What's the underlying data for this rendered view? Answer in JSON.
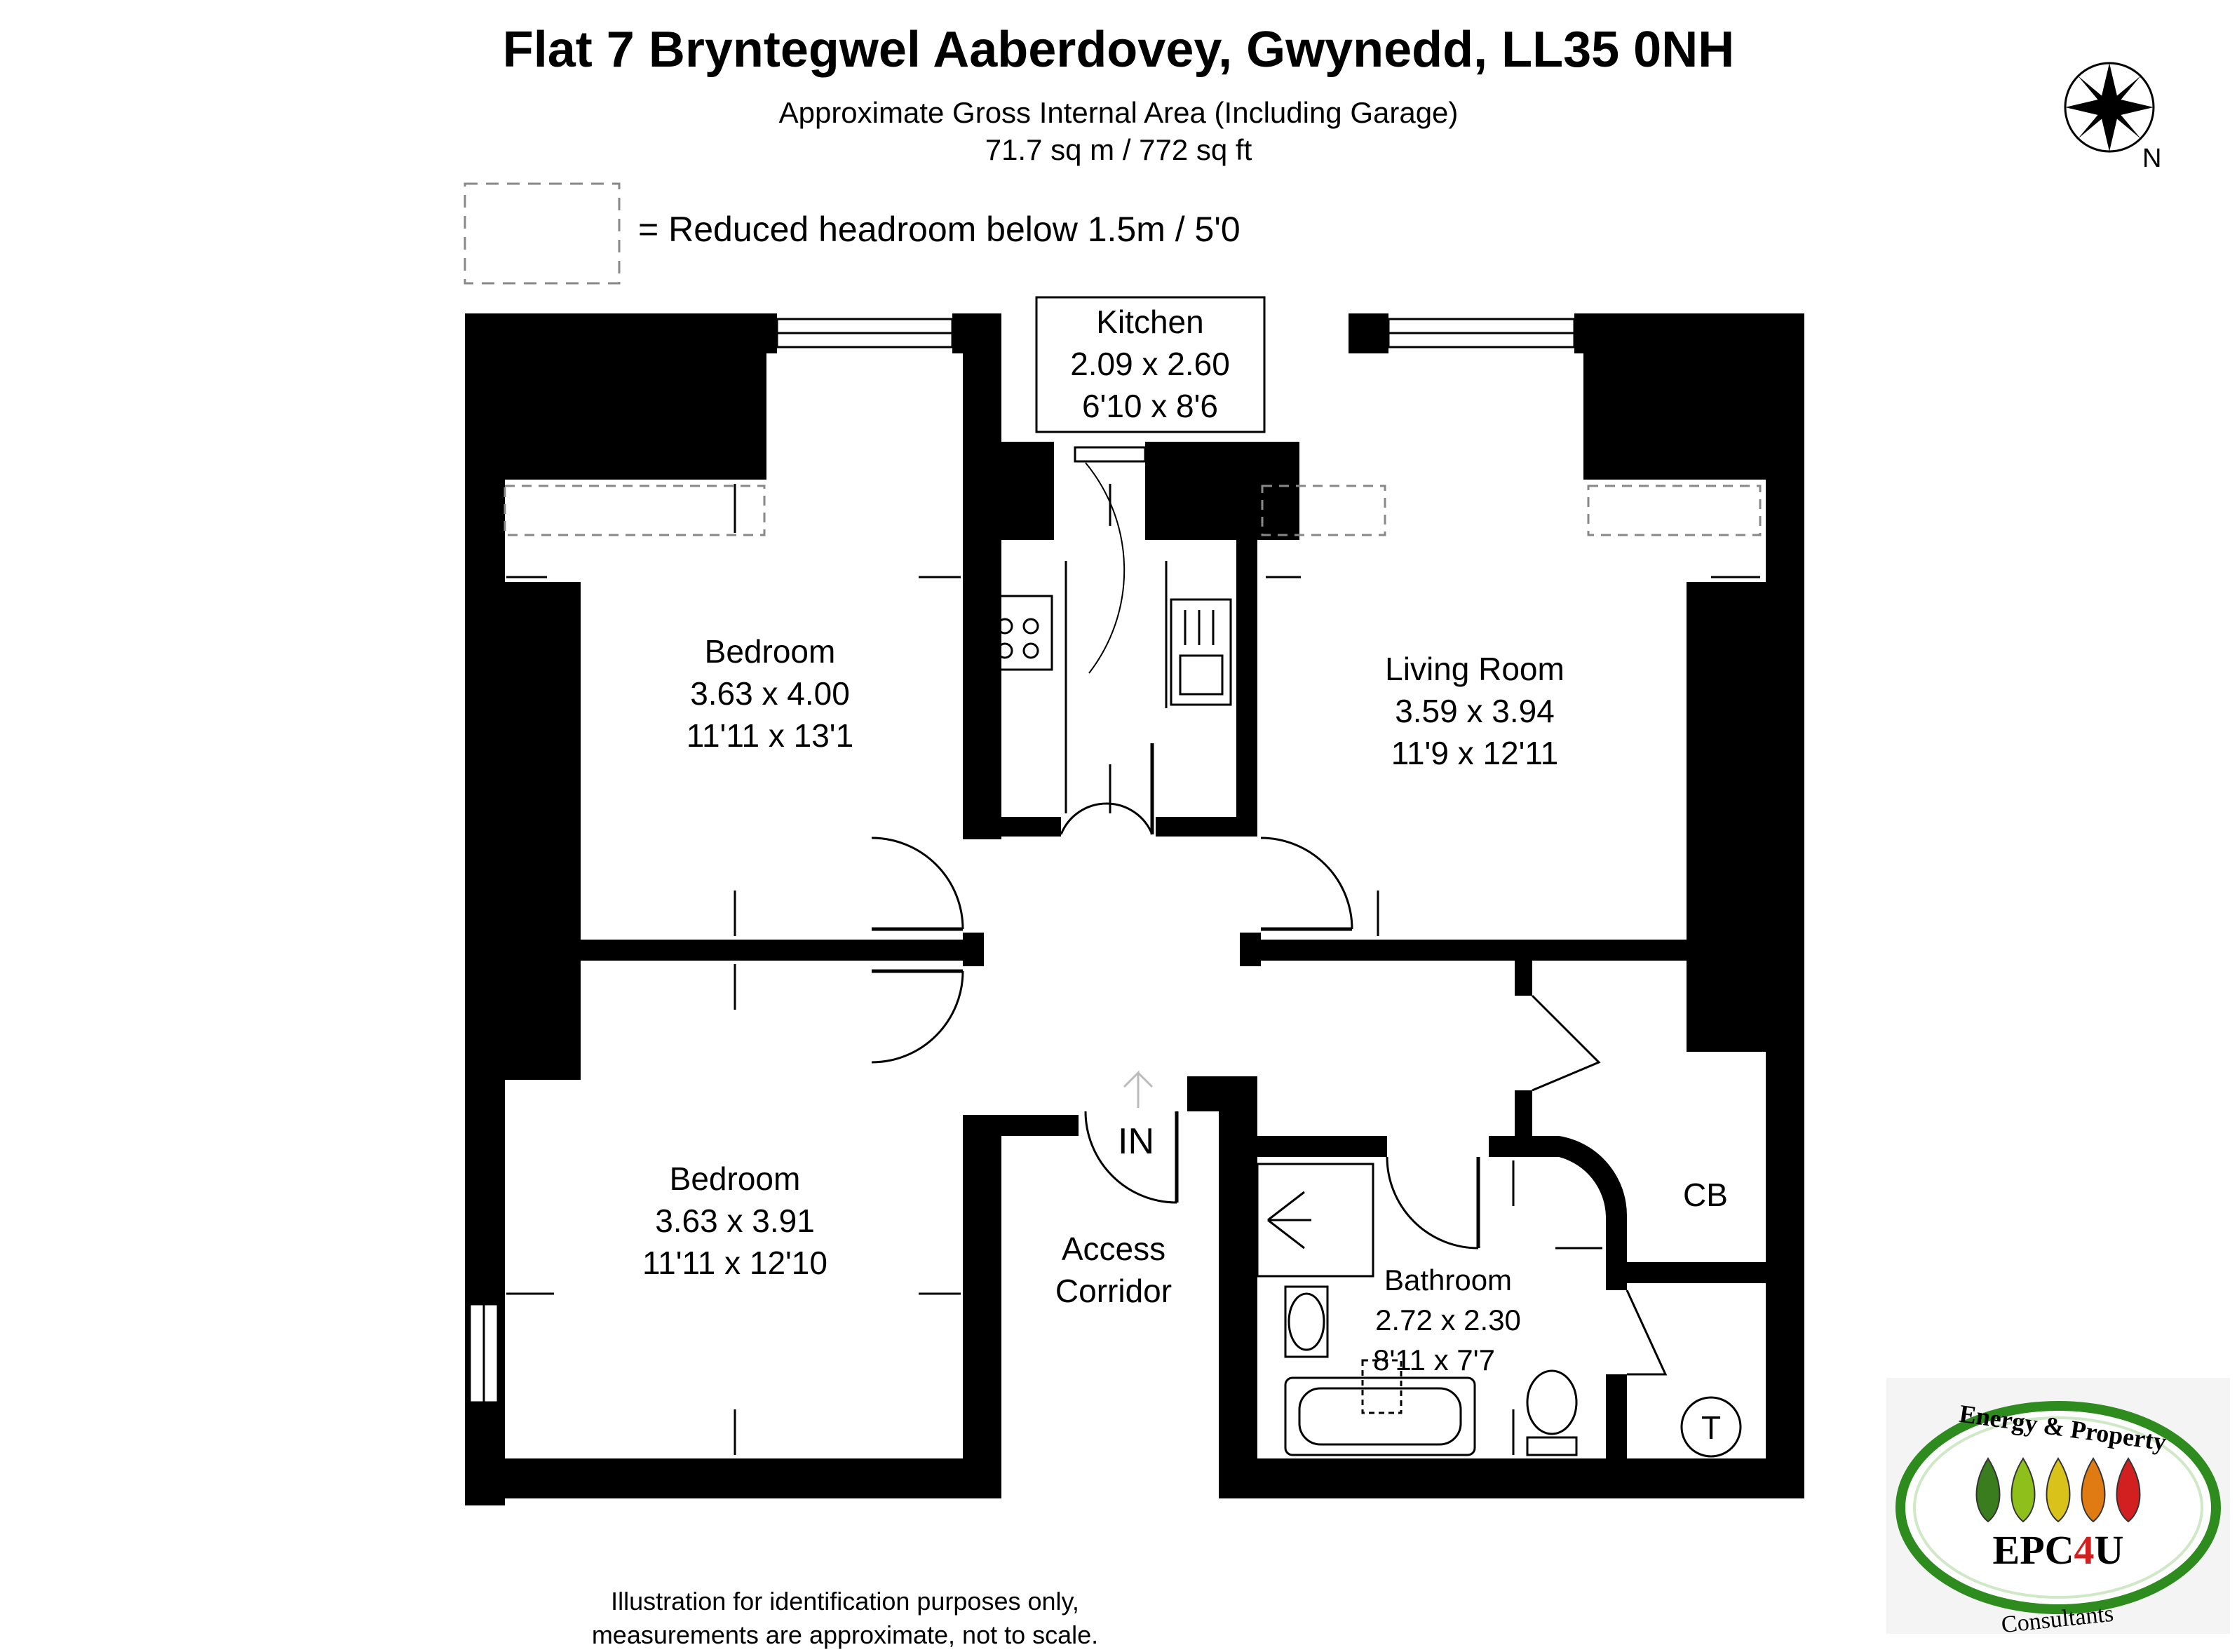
{
  "header": {
    "title": "Flat 7 Bryntegwel Aaberdovey, Gwynedd, LL35 0NH",
    "area_label": "Approximate Gross Internal Area (Including Garage)",
    "area_value": "71.7 sq m / 772 sq ft"
  },
  "legend": {
    "text": "= Reduced headroom below 1.5m / 5'0"
  },
  "compass": {
    "icon": "compass-rose-icon",
    "north_label": "N"
  },
  "rooms": {
    "kitchen": {
      "name": "Kitchen",
      "metric": "2.09 x 2.60",
      "imperial": "6'10 x 8'6"
    },
    "bedroom1": {
      "name": "Bedroom",
      "metric": "3.63 x 4.00",
      "imperial": "11'11 x 13'1"
    },
    "living": {
      "name": "Living Room",
      "metric": "3.59 x 3.94",
      "imperial": "11'9 x 12'11"
    },
    "bedroom2": {
      "name": "Bedroom",
      "metric": "3.63 x 3.91",
      "imperial": "11'11 x 12'10"
    },
    "bathroom": {
      "name": "Bathroom",
      "metric": "2.72 x 2.30",
      "imperial": "8'11 x 7'7"
    },
    "corridor": {
      "line1": "Access",
      "line2": "Corridor"
    },
    "entrance": {
      "label": "IN"
    },
    "cupboard": {
      "label": "CB"
    },
    "tank": {
      "label": "T"
    }
  },
  "footer": {
    "line1": "Illustration for identification purposes only,",
    "line2": "measurements are approximate, not to scale."
  },
  "logo": {
    "top_text": "Energy & Property",
    "brand_prefix": "EPC",
    "brand_number": "4",
    "brand_suffix": "U",
    "bottom_text": "Consultants",
    "drop_colors": [
      "#3a7d1e",
      "#8fbf1a",
      "#d9c21a",
      "#e07a12",
      "#d21f1f"
    ],
    "ring_color": "#2e8b1e"
  }
}
